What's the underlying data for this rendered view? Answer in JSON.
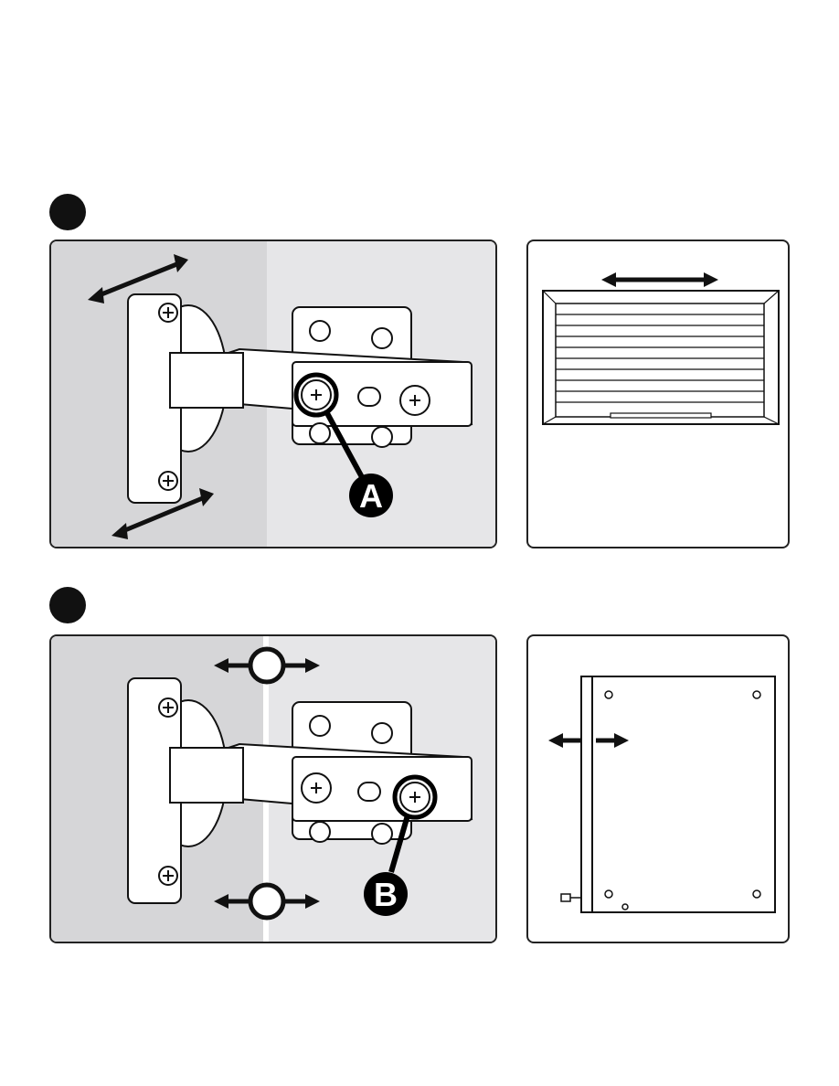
{
  "steps": [
    {
      "callout_letter": "A",
      "adjustment": "side-to-side"
    },
    {
      "callout_letter": "B",
      "adjustment": "in-out"
    }
  ],
  "colors": {
    "ink": "#111111",
    "panel_left": "#d6d6d8",
    "panel_right": "#e6e6e8",
    "background": "#ffffff"
  }
}
